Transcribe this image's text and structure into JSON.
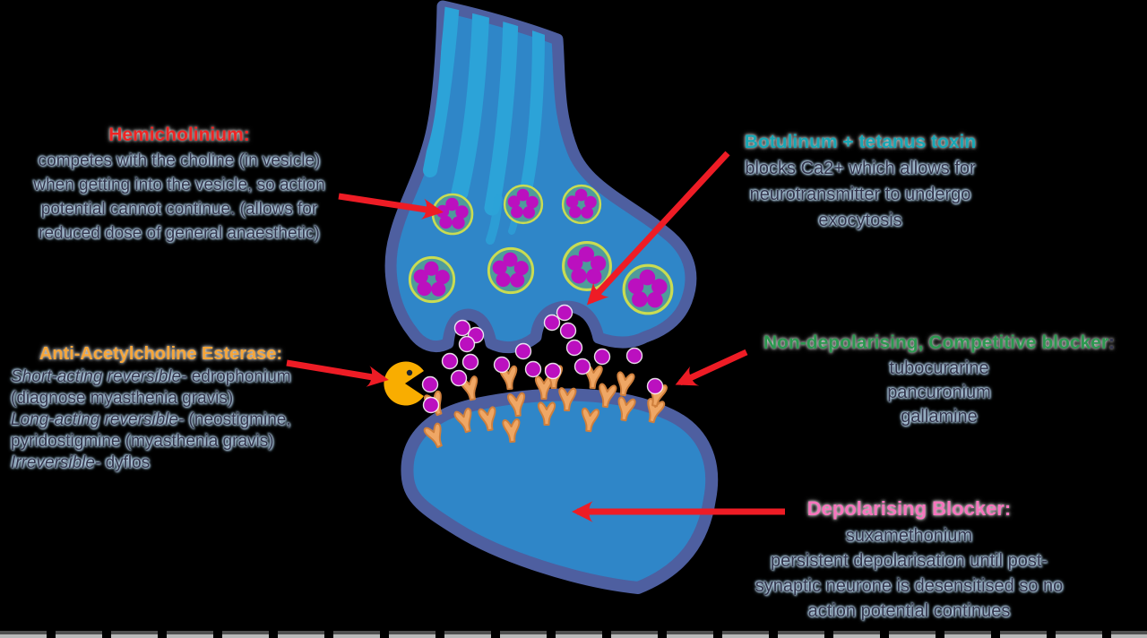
{
  "title": "Neuromuscular junction drug targets diagram",
  "annotations": {
    "hemicholinium": {
      "heading": "Hemicholinium:",
      "color": "#ee2524",
      "lines": [
        "competes with the choline (in vesicle)",
        "when getting into the vesicle, so action",
        "potential cannot continue. (allows for",
        "reduced dose of general anaesthetic)"
      ]
    },
    "botulinum": {
      "heading": "Botulinum + tetanus toxin",
      "color": "#18a7b5",
      "lines": [
        "blocks Ca2+ which allows for",
        "neurotransmitter to undergo",
        "exocytosis"
      ]
    },
    "anti_ache": {
      "heading": "Anti-Acetylcholine Esterase:",
      "color": "#f6a63a",
      "lines": [
        {
          "em": "Short-acting reversible-",
          "rest": " edrophonium"
        },
        {
          "em": "",
          "rest": "(diagnose myasthenia gravis)"
        },
        {
          "em": "Long-acting reversible-",
          "rest": " (neostigmine,"
        },
        {
          "em": "",
          "rest": "pyridostigmine (myasthenia gravis)"
        },
        {
          "em": "Irreversible-",
          "rest": " dyflos"
        }
      ]
    },
    "non_depolarising": {
      "heading": "Non-depolarising, Competitive blocker",
      "heading_colon": ":",
      "color": "#2c9850",
      "lines": [
        "tubocurarine",
        "pancuronium",
        "gallamine"
      ]
    },
    "depolarising": {
      "heading": "Depolarising Blocker:",
      "color": "#f775bd",
      "lines": [
        "suxamethonium",
        "persistent depolarisation until post-",
        "synaptic neurone is desensitised so no",
        "action potential continues"
      ]
    }
  },
  "diagram": {
    "vesicle_count": 7,
    "dots_per_vesicle": 5,
    "parts": [
      "presynaptic-neurone",
      "synaptic-vesicles",
      "neurotransmitter-dots",
      "acetylcholinesterase-enzyme",
      "ach-receptors",
      "postsynaptic-neurone"
    ]
  },
  "colors": {
    "background": "#000000",
    "arrow": "#ee1c25",
    "neuron_fill": "#2f86c8",
    "neuron_outline": "#4e5fa0",
    "axon_streak": "#2ca3d8",
    "vesicle_fill": "#4f9b9b",
    "vesicle_ring": "#c9dc52",
    "neurotransmitter": "#bb10bf",
    "receptor_fill": "#efa765",
    "receptor_outline": "#cf7f3c",
    "enzyme_yellow": "#f9ad00",
    "body_text": "#32344c",
    "page_dash": "#b9b9b9"
  }
}
